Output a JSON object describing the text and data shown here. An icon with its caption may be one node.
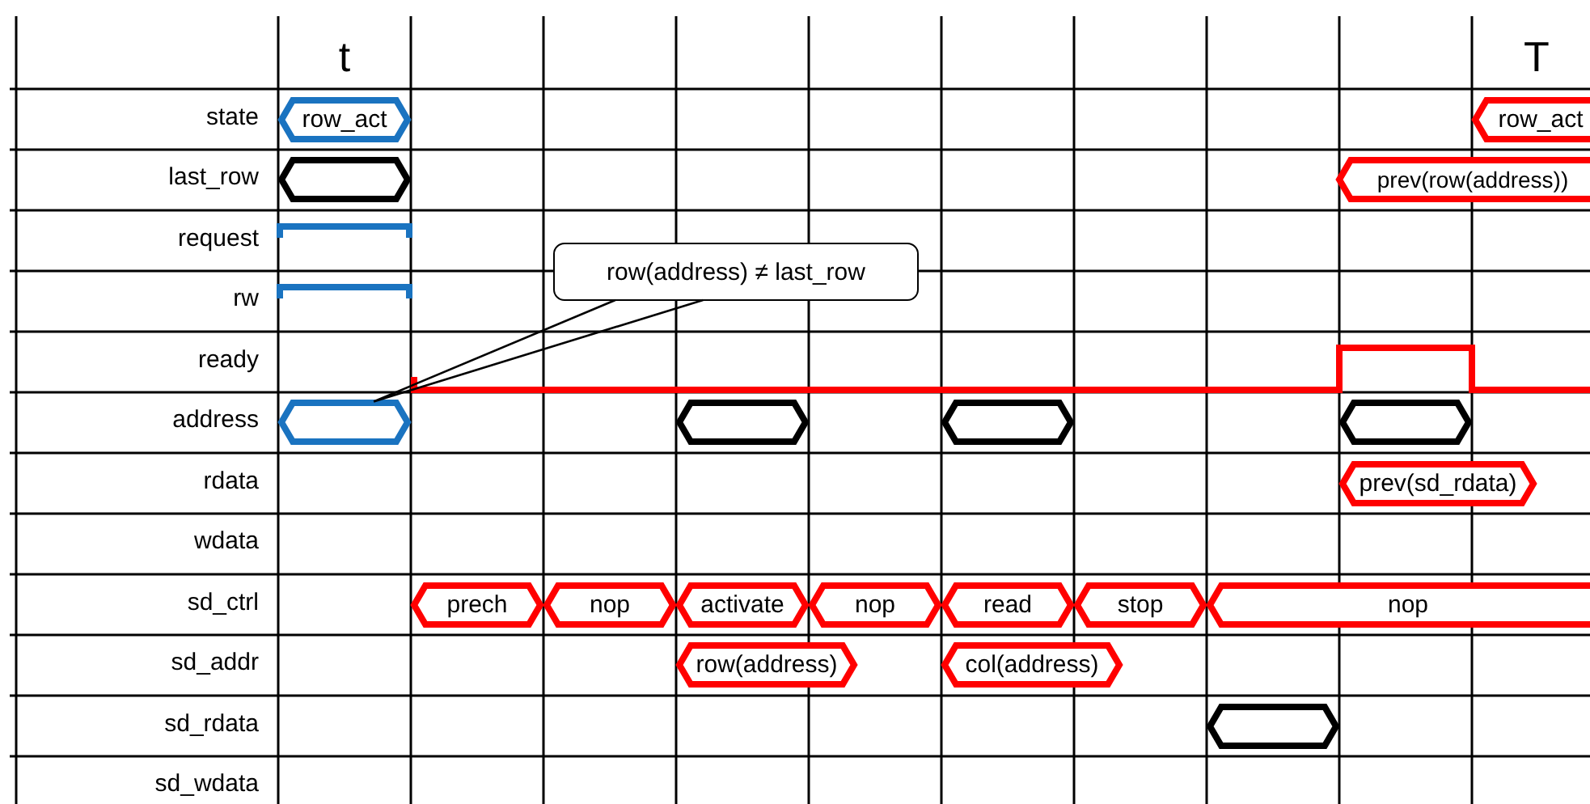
{
  "diagram": {
    "nodes": [
      {
        "text": [
          "row_act"
        ]
      },
      {
        "text": [
          "row_act"
        ]
      },
      {
        "text": [],
        "shape": "hexagon"
      },
      {
        "text": [
          "prev(row(address))"
        ]
      },
      {
        "text": [
          "row(address) ≠ last_row"
        ]
      },
      {
        "text": [],
        "shape": "hexagon"
      },
      {
        "text": [],
        "shape": "hexagon"
      },
      {
        "text": [],
        "shape": "hexagon"
      },
      {
        "text": [],
        "shape": "hexagon"
      },
      {
        "text": [
          "prev(sd_rdata)"
        ]
      },
      {
        "text": [
          "prech"
        ]
      },
      {
        "text": [
          "nop"
        ]
      },
      {
        "text": [
          "activate"
        ]
      },
      {
        "text": [
          "nop"
        ]
      },
      {
        "text": [
          "read"
        ]
      },
      {
        "text": [
          "stop"
        ]
      },
      {
        "text": [
          "nop"
        ]
      },
      {
        "text": [
          "row(address)"
        ]
      },
      {
        "text": [
          "col(address)"
        ]
      },
      {
        "text": [],
        "shape": "hexagon"
      }
    ],
    "edges": [
      {
        "from": 4,
        "to": 5,
        "arrow": "none"
      }
    ],
    "labels": [
      "t",
      "T",
      "state",
      "last_row",
      "request",
      "rw",
      "ready",
      "address",
      "rdata",
      "wdata",
      "sd_ctrl",
      "sd_addr",
      "sd_rdata",
      "sd_wdata"
    ]
  }
}
